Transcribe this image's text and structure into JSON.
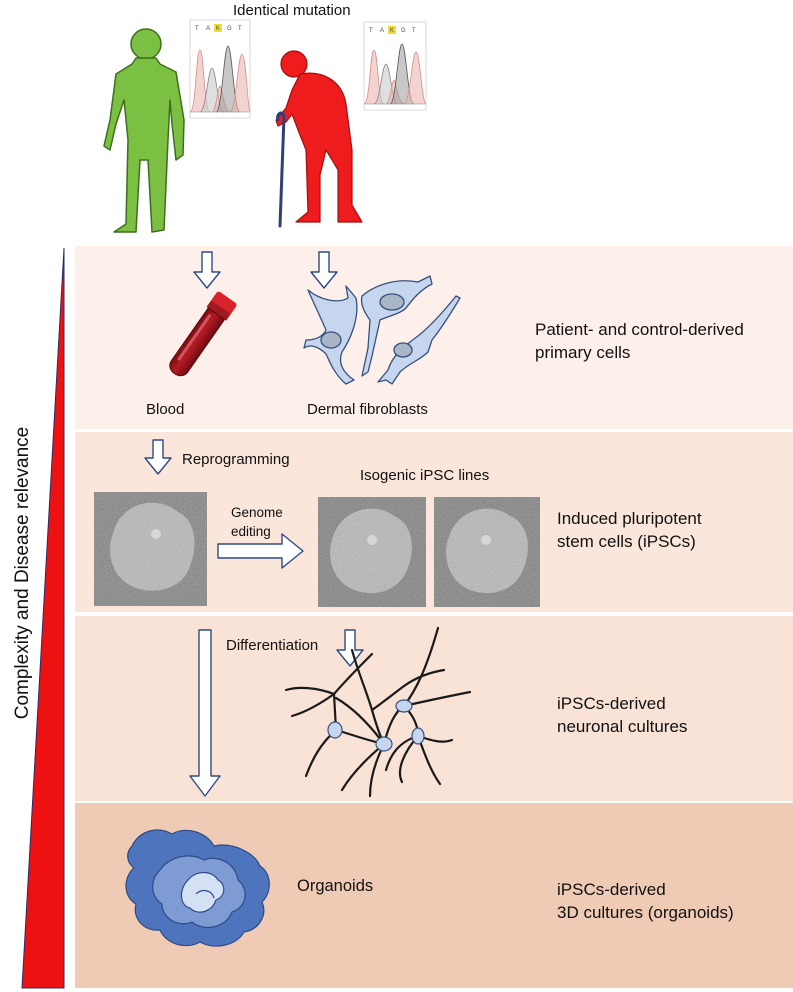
{
  "header": {
    "mutation_label": "Identical mutation"
  },
  "axis_label": "Complexity and Disease relevance",
  "rows": [
    {
      "description": "Patient- and control-derived\nprimary cells"
    },
    {
      "description": "Induced pluripotent\nstem cells (iPSCs)"
    },
    {
      "description": "iPSCs-derived\nneuronal cultures"
    },
    {
      "description": "iPSCs-derived\n3D cultures (organoids)"
    }
  ],
  "labels": {
    "blood": "Blood",
    "fibroblasts": "Dermal fibroblasts",
    "reprogramming": "Reprogramming",
    "isogenic": "Isogenic iPSC lines",
    "genome_editing": "Genome\nediting",
    "differentiation": "Differentiation",
    "organoids": "Organoids"
  },
  "chromatogram_bases": [
    "T",
    "A",
    "K",
    "G",
    "T"
  ],
  "colors": {
    "control_person": "#7cc043",
    "patient_person": "#ee1c1c",
    "triangle": "#ee1111",
    "arrow_outline": "#2f4a84",
    "cell_fill": "#c6d6ee",
    "cell_outline": "#36507c",
    "organoid_outer": "#4f74be",
    "organoid_mid": "#7e9bd3",
    "organoid_inner": "#d4e0f3"
  }
}
